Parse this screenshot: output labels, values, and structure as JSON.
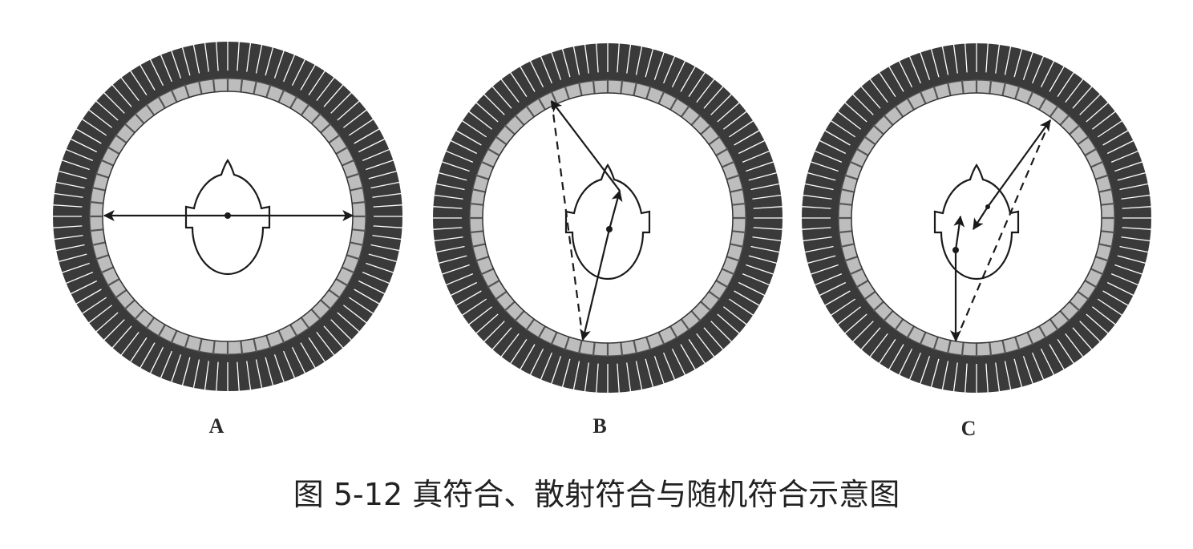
{
  "figure": {
    "caption": "图 5-12 真符合、散射符合与随机符合示意图",
    "panels": [
      {
        "label": "A",
        "lines": [
          {
            "style": "solid",
            "arrow_start": true,
            "arrow_end": true
          }
        ]
      },
      {
        "label": "B",
        "lines": [
          {
            "style": "solid",
            "arrow_start": false,
            "arrow_end": true
          },
          {
            "style": "solid",
            "arrow_start": false,
            "arrow_end": true
          },
          {
            "style": "solid",
            "arrow_start": false,
            "arrow_end": true
          },
          {
            "style": "dashed",
            "arrow_start": false,
            "arrow_end": false
          }
        ]
      },
      {
        "label": "C",
        "lines": [
          {
            "style": "solid",
            "arrow_start": false,
            "arrow_end": true
          },
          {
            "style": "solid",
            "arrow_start": false,
            "arrow_end": true
          },
          {
            "style": "solid",
            "arrow_start": false,
            "arrow_end": true
          },
          {
            "style": "solid",
            "arrow_start": false,
            "arrow_end": true
          },
          {
            "style": "dashed",
            "arrow_start": false,
            "arrow_end": false
          }
        ]
      }
    ],
    "colors": {
      "detector_ring": "#3a3a3a",
      "crystal_ring": "#bdbdbd",
      "line": "#1a1a1a",
      "background": "#ffffff"
    }
  }
}
